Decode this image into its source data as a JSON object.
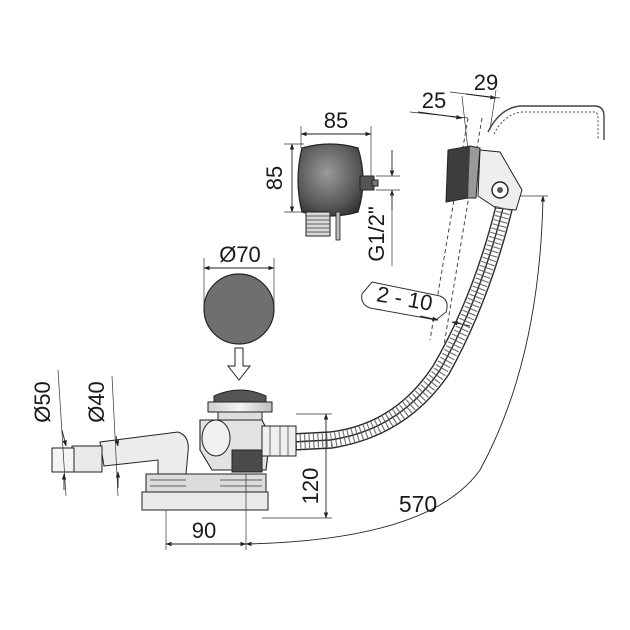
{
  "drawing": {
    "dimensions": {
      "overflow_width": "85",
      "overflow_height": "85",
      "thread": "G1/2\"",
      "cap_diameter": "Ø70",
      "outlet_d50": "Ø50",
      "outlet_d40": "Ø40",
      "height_120": "120",
      "offset_90": "90",
      "length_570": "570",
      "rosette_25": "25",
      "rosette_29": "29",
      "wall_range": "2 - 10"
    },
    "colors": {
      "line": "#222222",
      "cap_fill": "#6f6f6f",
      "part_fill": "#e6e6e6",
      "dark_part": "#4a4a4a"
    }
  }
}
